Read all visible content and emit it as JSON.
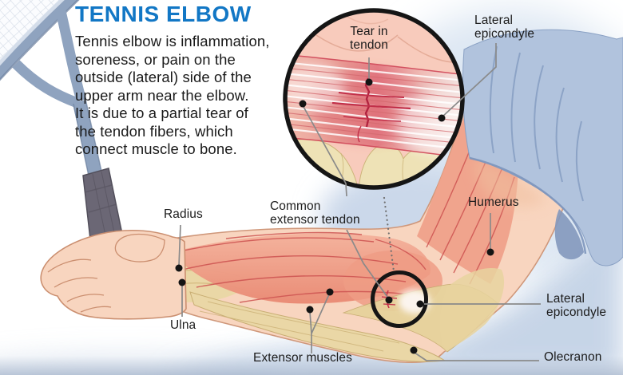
{
  "header": {
    "title": "TENNIS ELBOW",
    "description": "Tennis elbow is inflammation,\nsoreness, or pain on the\noutside (lateral) side of the\nupper arm near the elbow.\nIt is due to a partial tear of\nthe tendon fibers, which\nconnect muscle to bone."
  },
  "inset": {
    "tear_label": "Tear in\ntendon"
  },
  "arm_labels": {
    "lateral_epicondyle_top": "Lateral\nepicondyle",
    "radius": "Radius",
    "common_extensor_tendon": "Common\nextensor tendon",
    "humerus": "Humerus",
    "ulna": "Ulna",
    "extensor_muscles": "Extensor muscles",
    "lateral_epicondyle_side": "Lateral\nepicondyle",
    "olecranon": "Olecranon"
  },
  "colors": {
    "title_blue": "#1277c5",
    "label_text": "#1c1c1c",
    "leader_line": "#8a8a8a",
    "dot_black": "#141414",
    "ring_black": "#151515",
    "skin": "#f8d5bf",
    "muscle_salmon": "#ef9d86",
    "muscle_streak_red": "#cd5250",
    "bone_yellow": "#ead8a6",
    "sleeve_blue": "#b1c3dd",
    "background_shadow_blue": "#c9d7e9",
    "inset_pink": "#f8cbbc",
    "tear_red": "#b22440",
    "epicondyle_gray": "#dcdbdb",
    "racket_frame": "#8fa3bf",
    "grip_gray": "#6b6775",
    "grip_cap_red": "#a5392b"
  }
}
